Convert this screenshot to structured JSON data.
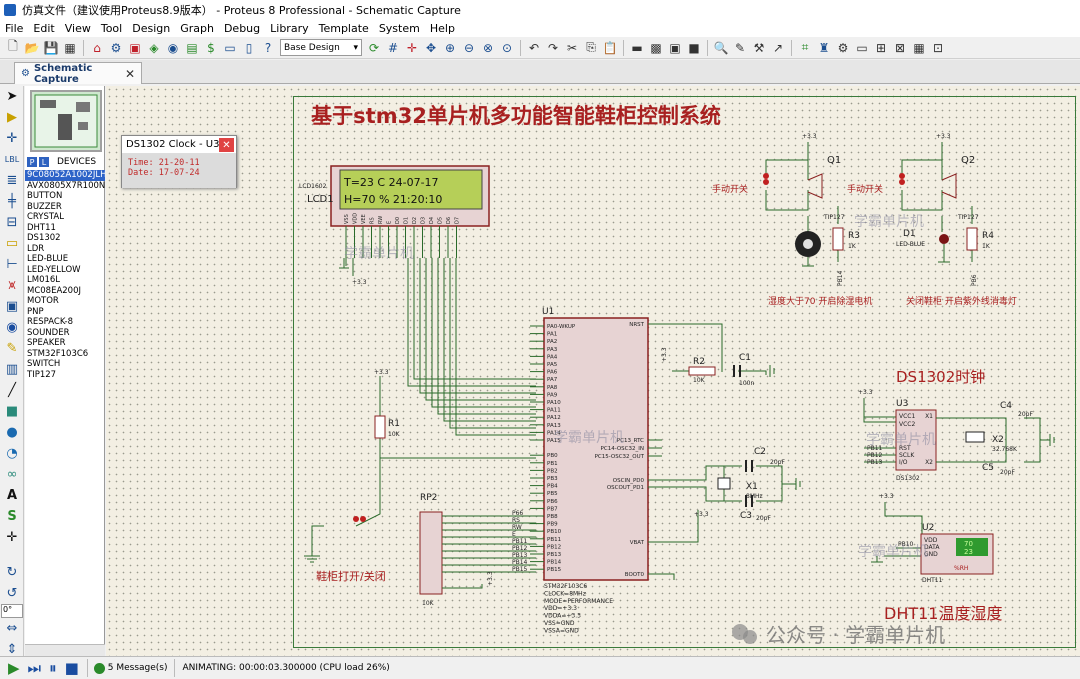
{
  "window": {
    "title": "仿真文件（建议使用Proteus8.9版本） - Proteus 8 Professional - Schematic Capture"
  },
  "menu": [
    "File",
    "Edit",
    "View",
    "Tool",
    "Design",
    "Graph",
    "Debug",
    "Library",
    "Template",
    "System",
    "Help"
  ],
  "toolbar": {
    "design_select": "Base Design"
  },
  "tab": {
    "label": "Schematic Capture",
    "close": "✕"
  },
  "devices": {
    "header": "DEVICES",
    "p_btn": "P",
    "l_btn": "L",
    "items": [
      "9C08052A1002JLH",
      "AVX0805X7R100N",
      "BUTTON",
      "BUZZER",
      "CRYSTAL",
      "DHT11",
      "DS1302",
      "LDR",
      "LED-BLUE",
      "LED-YELLOW",
      "LM016L",
      "MC08EA200J",
      "MOTOR",
      "PNP",
      "RESPACK-8",
      "SOUNDER",
      "SPEAKER",
      "STM32F103C6",
      "SWITCH",
      "TIP127"
    ],
    "selected": 0
  },
  "rotation": "0°",
  "clock_popup": {
    "title": "DS1302 Clock - U3",
    "close": "✕",
    "time": "Time: 21-20-11",
    "date": "Date: 17-07-24"
  },
  "schematic": {
    "title": "基于stm32单片机多功能智能鞋柜控制系统",
    "lcd": {
      "ref": "LCD1",
      "part": "LCD1602",
      "line1": "T=23 C  24-07-17",
      "line2": "H=70 %  21:20:10",
      "pins": [
        "VSS",
        "VDD",
        "VEE",
        "RS",
        "RW",
        "E",
        "D0",
        "D1",
        "D2",
        "D3",
        "D4",
        "D5",
        "D6",
        "D7"
      ]
    },
    "q1": {
      "ref": "Q1",
      "part": "TIP127",
      "switch_left": "手动开关",
      "switch_right": "手动开关",
      "r": "R3",
      "rv": "1K",
      "net": "PB14",
      "caption": "湿度大于70  开启除湿电机",
      "vcc": "+3.3"
    },
    "q2": {
      "ref": "Q2",
      "part": "TIP127",
      "led": "D1",
      "led_part": "LED-BLUE",
      "r": "R4",
      "rv": "1K",
      "net": "PB6",
      "caption": "关闭鞋柜  开启紫外线消毒灯",
      "vcc": "+3.3"
    },
    "mcu": {
      "ref": "U1",
      "part": "STM32F103C6",
      "left_pins": [
        "PA0-WKUP",
        "PA1",
        "PA2",
        "PA3",
        "PA4",
        "PA5",
        "PA6",
        "PA7",
        "PA8",
        "PA9",
        "PA10",
        "PA11",
        "PA12",
        "PA13",
        "PA14",
        "PA15",
        "",
        "PB0",
        "PB1",
        "PB2",
        "PB3",
        "PB4",
        "PB5",
        "PB6",
        "PB7",
        "PB8",
        "PB9",
        "PB10",
        "PB11",
        "PB12",
        "PB13",
        "PB14",
        "PB15"
      ],
      "right_pins": [
        "NRST",
        "PC13_RTC",
        "PC14-OSC32_IN",
        "PC15-OSC32_OUT",
        "OSCIN_PD0",
        "OSCOUT_PD1",
        "VBAT",
        "BOOT0"
      ],
      "props": [
        "STM32F103C6",
        "CLOCK=8MHz",
        "MODE=PERFORMANCE",
        "VDD=+3.3",
        "VDDA=+3.3",
        "VSS=GND",
        "VSSA=GND"
      ]
    },
    "r1": {
      "ref": "R1",
      "value": "10K",
      "vcc": "+3.3"
    },
    "r2": {
      "ref": "R2",
      "value": "10K",
      "vcc": "+3.3"
    },
    "c1": {
      "ref": "C1",
      "value": "100n"
    },
    "c2": {
      "ref": "C2",
      "value": "20pF"
    },
    "c3": {
      "ref": "C3",
      "value": "20pF"
    },
    "x1": {
      "ref": "X1",
      "value": "8MHz"
    },
    "rp2": {
      "ref": "RP2",
      "value": "10K",
      "nets": [
        "P66",
        "RS",
        "RW",
        "E",
        "PB11",
        "PB12",
        "PB13",
        "PB14",
        "PB15"
      ],
      "vcc": "+3.3"
    },
    "sw_caption": "鞋柜打开/关闭",
    "ds1302": {
      "caption": "DS1302时钟",
      "ref": "U3",
      "part": "DS1302",
      "pins": [
        "VCC1",
        "VCC2",
        "RST",
        "SCLK",
        "I/O",
        "X1",
        "X2"
      ],
      "nets": [
        "PB11",
        "PB12",
        "PB13"
      ],
      "x2": "X2",
      "x2v": "32.768K",
      "c4": "C4",
      "c4v": "20pF",
      "c5": "C5",
      "c5v": "20pF",
      "vcc": "+3.3"
    },
    "dht11": {
      "caption": "DHT11温度湿度",
      "ref": "U2",
      "part": "DHT11",
      "pins": [
        "VDD",
        "DATA",
        "GND"
      ],
      "net": "PB10",
      "temp": "70",
      "hum": "23",
      "unit": "%RH",
      "vcc": "+3.3"
    },
    "watermark": "学霸单片机",
    "wechat": "公众号 · 学霸单片机"
  },
  "status": {
    "messages": "5 Message(s)",
    "animating": "ANIMATING: 00:00:03.300000 (CPU load 26%)"
  }
}
